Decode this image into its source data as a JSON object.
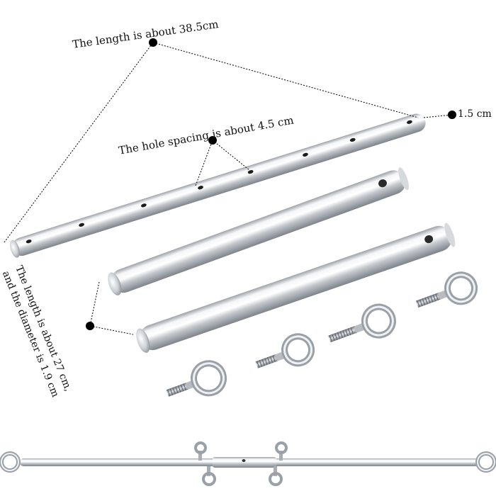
{
  "annotations": {
    "long_bar_length": "The length is about 38.5cm",
    "hole_spacing": "The hole spacing is about 4.5 cm",
    "bar_tip_diameter": "1.5 cm",
    "short_bar_line1": "The length is about 27 cm,",
    "short_bar_line2": "and the diameter is 1.9 cm"
  },
  "colors": {
    "background": "#ffffff",
    "metal_light": "#f4f5f7",
    "metal_mid": "#c4c8cd",
    "metal_dark": "#7d838a",
    "callout": "#000000"
  }
}
